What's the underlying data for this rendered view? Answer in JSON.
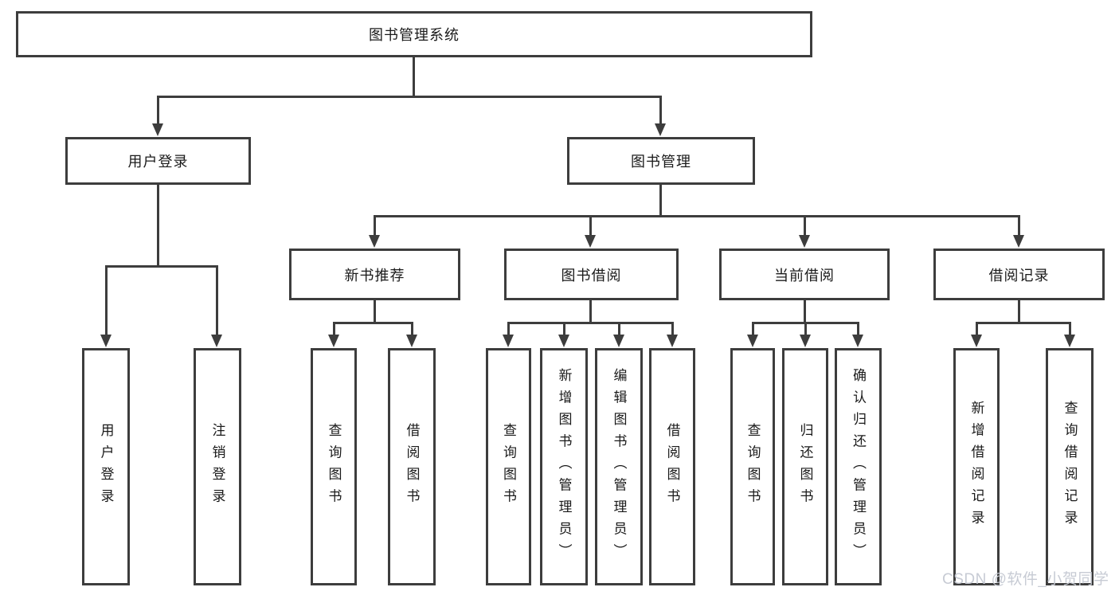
{
  "diagram": {
    "root": {
      "label": "图书管理系统"
    },
    "branches": [
      {
        "label": "用户登录",
        "children": [
          {
            "label": "用户登录"
          },
          {
            "label": "注销登录"
          }
        ]
      },
      {
        "label": "图书管理",
        "children": [
          {
            "label": "新书推荐",
            "children": [
              {
                "label": "查询图书"
              },
              {
                "label": "借阅图书"
              }
            ]
          },
          {
            "label": "图书借阅",
            "children": [
              {
                "label": "查询图书"
              },
              {
                "label": "新增图书（管理员）"
              },
              {
                "label": "编辑图书（管理员）"
              },
              {
                "label": "借阅图书"
              }
            ]
          },
          {
            "label": "当前借阅",
            "children": [
              {
                "label": "查询图书"
              },
              {
                "label": "归还图书"
              },
              {
                "label": "确认归还（管理员）"
              }
            ]
          },
          {
            "label": "借阅记录",
            "children": [
              {
                "label": "新增借阅记录"
              },
              {
                "label": "查询借阅记录"
              }
            ]
          }
        ]
      }
    ]
  },
  "watermark": {
    "text": "CSDN @软件_小贺同学"
  },
  "colors": {
    "line": "#3d3d3d",
    "box_border": "#3d3d3d",
    "text": "#1a1a1a",
    "background": "#ffffff",
    "watermark": "#c4c8d2"
  }
}
